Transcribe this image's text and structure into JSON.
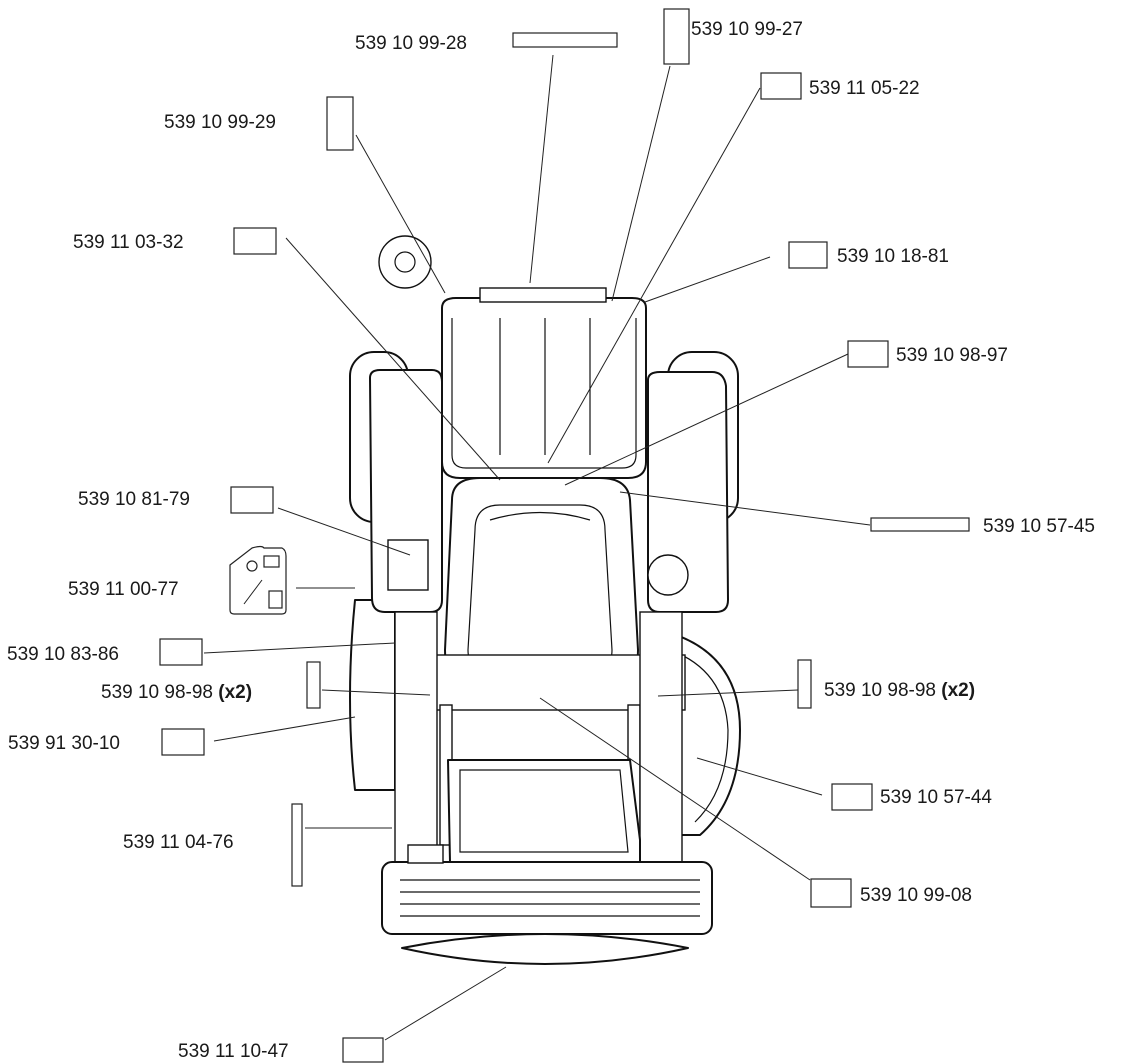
{
  "labels": {
    "l01": "539 10 99-28",
    "l02": "539 10 99-27",
    "l03": "539 11 05-22",
    "l04": "539 10 99-29",
    "l05": "539 11 03-32",
    "l06": "539 10 18-81",
    "l07": "539 10 98-97",
    "l08": "539 10 81-79",
    "l09": "539 10 57-45",
    "l10": "539 11 00-77",
    "l11": "539 10 83-86",
    "l12": "539 10 98-98",
    "l13": "539 10 98-98",
    "l14": "539 91 30-10",
    "l15": "539 10 57-44",
    "l16": "539 11 04-76",
    "l17": "539 10 99-08",
    "l18": "539 11 10-47"
  },
  "quantity": "(x2)"
}
